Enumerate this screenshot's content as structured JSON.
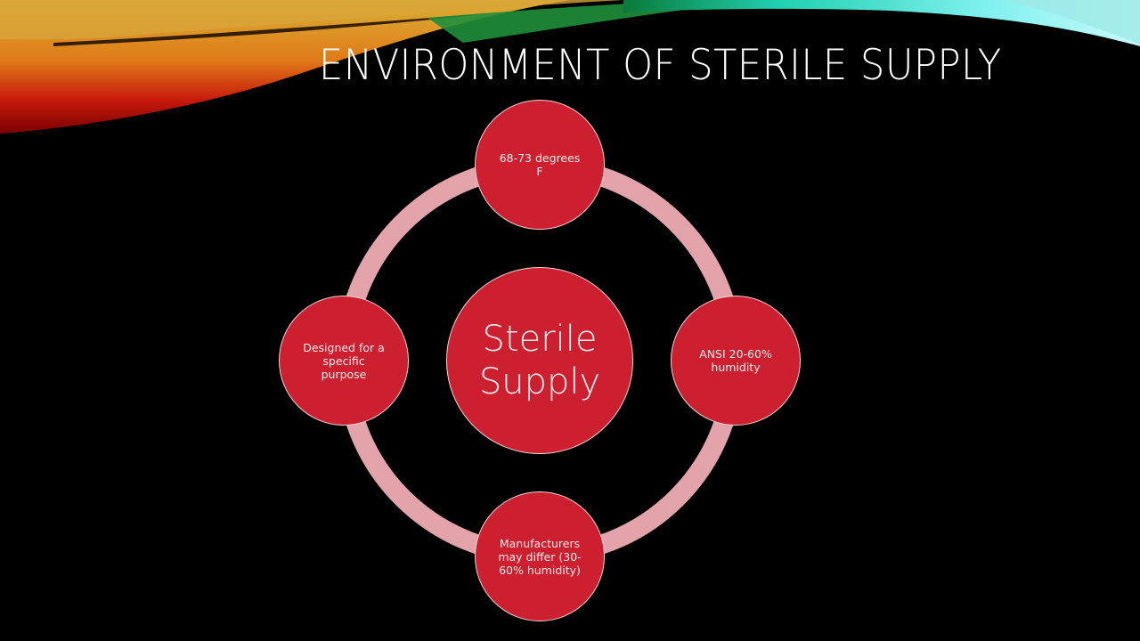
{
  "slide": {
    "title": "ENVIRONMENT OF STERILE SUPPLY",
    "background_color": "#000000"
  },
  "diagram": {
    "type": "cycle",
    "center": {
      "label": "Sterile\nSupply"
    },
    "nodes": [
      {
        "position": "top",
        "label": "68-73 degrees\nF"
      },
      {
        "position": "right",
        "label": "ANSI 20-60%\nhumidity"
      },
      {
        "position": "bottom",
        "label": "Manufacturers\nmay differ (30-\n60% humidity)"
      },
      {
        "position": "left",
        "label": "Designed for a\nspecific\npurpose"
      }
    ],
    "colors": {
      "node_fill": "#cc1f2f",
      "node_border": "#f3d0d3",
      "ring": "#e2a3aa",
      "text": "#f7e9ea"
    }
  }
}
